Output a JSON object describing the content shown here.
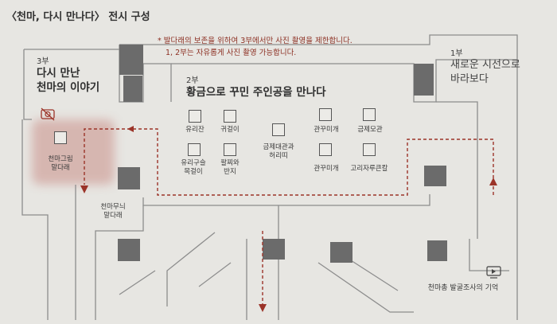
{
  "title": "〈천마, 다시 만나다〉 전시 구성",
  "notice": {
    "line1": "* 발다래의 보존을 위하여 3부에서만 사진 촬영을 제한합니다.",
    "line2": "1, 2부는 자유롭게 사진 촬영 가능합니다."
  },
  "sections": {
    "part3": {
      "num": "3부",
      "title_line1": "다시 만난",
      "title_line2": "천마의 이야기"
    },
    "part2": {
      "num": "2부",
      "title": "황금으로 꾸민 주인공을 만나다"
    },
    "part1": {
      "num": "1부",
      "title_line1": "새로운 시선으로",
      "title_line2": "바라보다"
    }
  },
  "items": {
    "glass_cup": "유리잔",
    "earrings": "귀걸이",
    "gold_crown": "금제대관과",
    "gold_crown_2": "허리띠",
    "crown_ornament_1": "관꾸미개",
    "gold_hat": "금제모관",
    "glass_necklace_1": "유리구슬",
    "glass_necklace_2": "목걸이",
    "bracelet_1": "팔찌와",
    "bracelet_2": "반지",
    "crown_ornament_2": "관꾸미개",
    "ring_sword": "고리자루큰칼",
    "painting_1": "천마그림",
    "painting_2": "말다래",
    "bamboo_1": "천마무늬",
    "bamboo_2": "말다래",
    "excavation": "천마총 발굴조사의 기억"
  },
  "colors": {
    "accent": "#9b3328",
    "background": "#e7e6e2",
    "zone_highlight": "#d4aea8",
    "block": "#6b6b6b"
  },
  "icons": {
    "no_photo": "no-photo-icon",
    "video": "video-icon"
  }
}
